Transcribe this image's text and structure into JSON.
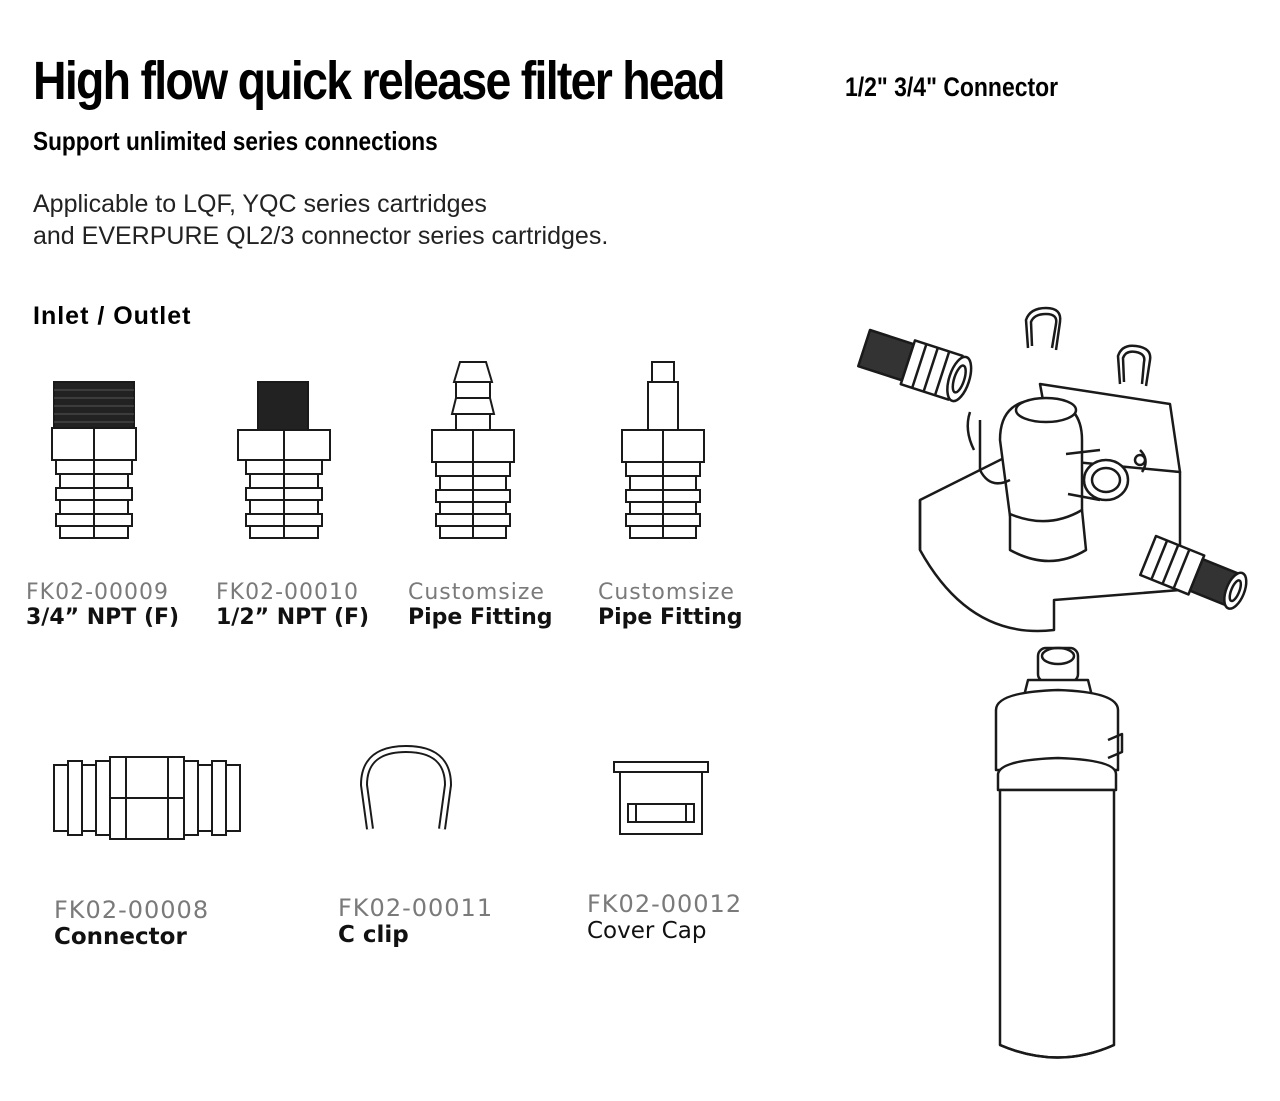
{
  "header": {
    "title": "High flow quick release  filter head",
    "title_sub": "1/2\" 3/4\" Connector",
    "support": "Support unlimited series connections",
    "applicable_line1": "Applicable to LQF, YQC series cartridges",
    "applicable_line2": "and EVERPURE QL2/3 connector series cartridges."
  },
  "section_label": "Inlet / Outlet",
  "inlet_items": [
    {
      "code": "FK02-00009",
      "name": "3/4” NPT (F)",
      "icon": "threaded-fitting-34-icon"
    },
    {
      "code": "FK02-00010",
      "name": "1/2” NPT (F)",
      "icon": "threaded-fitting-12-icon"
    },
    {
      "code": "Customsize",
      "name": "Pipe Fitting",
      "icon": "barbed-pipe-fitting-icon"
    },
    {
      "code": "Customsize",
      "name": "Pipe Fitting",
      "icon": "straight-pipe-fitting-icon"
    }
  ],
  "accessory_items": [
    {
      "code": "FK02-00008",
      "name": "Connector",
      "icon": "connector-icon"
    },
    {
      "code": "FK02-00011",
      "name": "C clip",
      "icon": "c-clip-icon"
    },
    {
      "code": "FK02-00012",
      "name": "Cover Cap",
      "icon": "cover-cap-icon"
    }
  ],
  "assembly_icon": "filter-head-assembly-icon",
  "colors": {
    "text": "#000000",
    "code_gray": "#7a7a7a",
    "line": "#1a1a1a"
  }
}
